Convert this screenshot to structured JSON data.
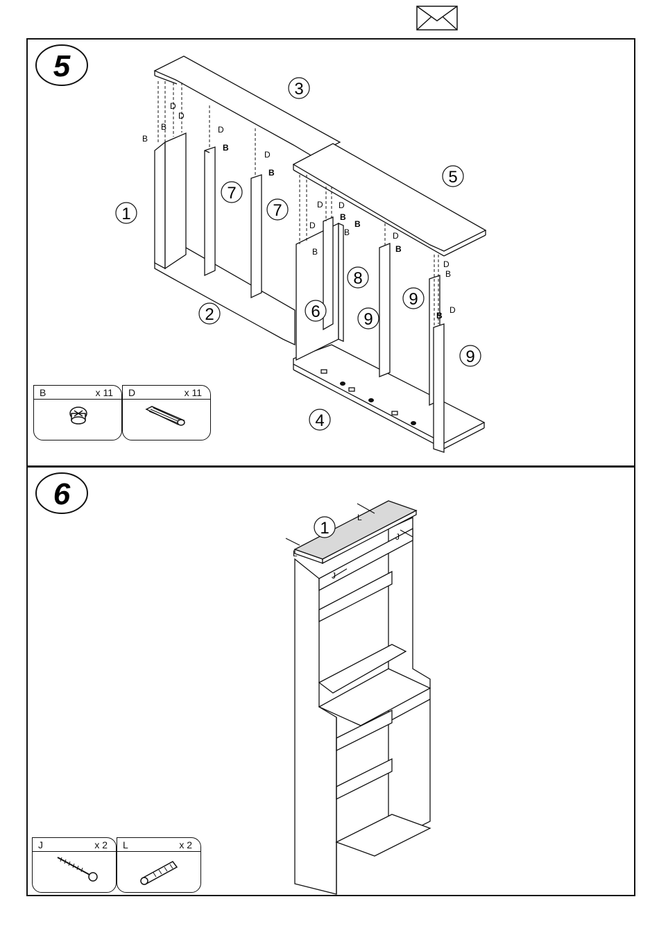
{
  "steps": [
    {
      "number": "5",
      "part_labels": [
        "1",
        "2",
        "3",
        "4",
        "5",
        "6",
        "7",
        "7",
        "8",
        "9",
        "9",
        "9"
      ],
      "hardware_labels": {
        "b": "B",
        "d": "D"
      },
      "parts": [
        {
          "code": "B",
          "qty": "x 11",
          "icon": "cam-lock-icon"
        },
        {
          "code": "D",
          "qty": "x 11",
          "icon": "wooden-dowel-icon"
        }
      ]
    },
    {
      "number": "6",
      "part_labels": [
        "1"
      ],
      "hardware_labels": {
        "l": "L",
        "j": "J"
      },
      "parts": [
        {
          "code": "J",
          "qty": "x 2",
          "icon": "screw-icon"
        },
        {
          "code": "L",
          "qty": "x 2",
          "icon": "wall-plug-icon"
        }
      ]
    }
  ]
}
